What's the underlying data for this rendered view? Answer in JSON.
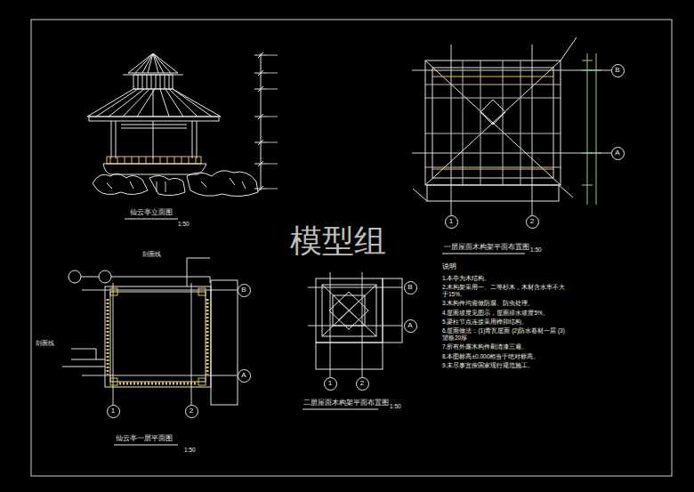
{
  "diagram": {
    "nodes": [
      {
        "text": [
          "B"
        ]
      },
      {
        "text": [
          "A"
        ]
      },
      {
        "text": [
          "1"
        ]
      },
      {
        "text": [
          "2"
        ]
      },
      {
        "text": [
          "B"
        ]
      },
      {
        "text": [
          "A"
        ]
      },
      {
        "text": [
          "1"
        ]
      },
      {
        "text": [
          "2"
        ]
      },
      {
        "text": [
          "B"
        ]
      },
      {
        "text": [
          "A"
        ]
      },
      {
        "text": [
          "1"
        ]
      },
      {
        "text": [
          "2"
        ]
      }
    ],
    "labels": [
      "模型组",
      "仙云亭立面图",
      "1:50",
      "一层屋面木构架平面布置图",
      "1:50",
      "仙云亭一层平面图",
      "1:50",
      "二层屋面木构架平面布置图",
      "1:50",
      "剖面线",
      "剖面线",
      "说明",
      "1.本亭为木结构。",
      "2.木构架采用一、二等杉木，木材含水率不大于15%。",
      "3.木构件均需做防腐、防虫处理。",
      "4.屋面坡度见图示，屋面排水坡度5%。",
      "5.梁柱节点连接采用榫卯结构。",
      "6.屋面做法：(1)青瓦屋面 (2)防水卷材一层 (3)望板20厚",
      "7.所有外露木构件刷清漆三遍。",
      "8.本图标高±0.000相当于绝对标高。",
      "9.未尽事宜按国家现行规范施工。"
    ]
  }
}
